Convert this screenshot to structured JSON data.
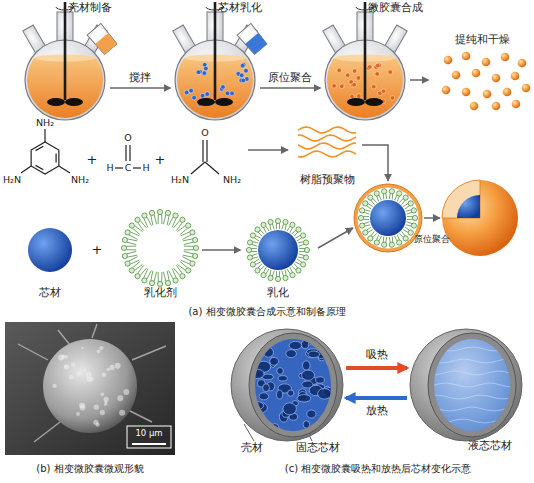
{
  "diagram": {
    "nodes": [
      {
        "text": [
          "壳材制备"
        ]
      },
      {
        "text": [
          "芯材乳化"
        ]
      },
      {
        "text": [
          "微胶囊合成"
        ]
      },
      {
        "text": [
          "提纯和干燥"
        ]
      },
      {
        "text": [
          "树脂预聚物"
        ]
      },
      {
        "text": [
          "芯材"
        ]
      },
      {
        "text": [
          "乳化剂"
        ]
      },
      {
        "text": [
          "乳化"
        ]
      },
      {
        "text": [
          "固态芯材"
        ]
      },
      {
        "text": [
          "液态芯材"
        ]
      }
    ],
    "edges": [
      {
        "from": 0,
        "to": 1,
        "arrow": "to",
        "label": "搅拌"
      },
      {
        "from": 1,
        "to": 2,
        "arrow": "to",
        "label": "原位聚合"
      },
      {
        "from": 2,
        "to": 3,
        "arrow": "to"
      },
      {
        "from": 6,
        "to": 7,
        "arrow": "to"
      },
      {
        "from": 8,
        "to": 9,
        "arrow": "to",
        "label": "吸热"
      },
      {
        "from": 9,
        "to": 8,
        "arrow": "to",
        "label": "放热"
      }
    ],
    "labels": [
      "NH₂",
      "H₂N",
      "NH₂",
      "+",
      "H",
      "C",
      "H",
      "O",
      "+",
      "O",
      "H₂N",
      "NH₂",
      "+",
      "原位聚合",
      "(a) 相变微胶囊合成示意和制备原理",
      "10 μm",
      "(b) 相变微胶囊微观形貌",
      "壳材",
      "(c) 相变微胶囊吸热和放热后芯材变化示意"
    ]
  }
}
